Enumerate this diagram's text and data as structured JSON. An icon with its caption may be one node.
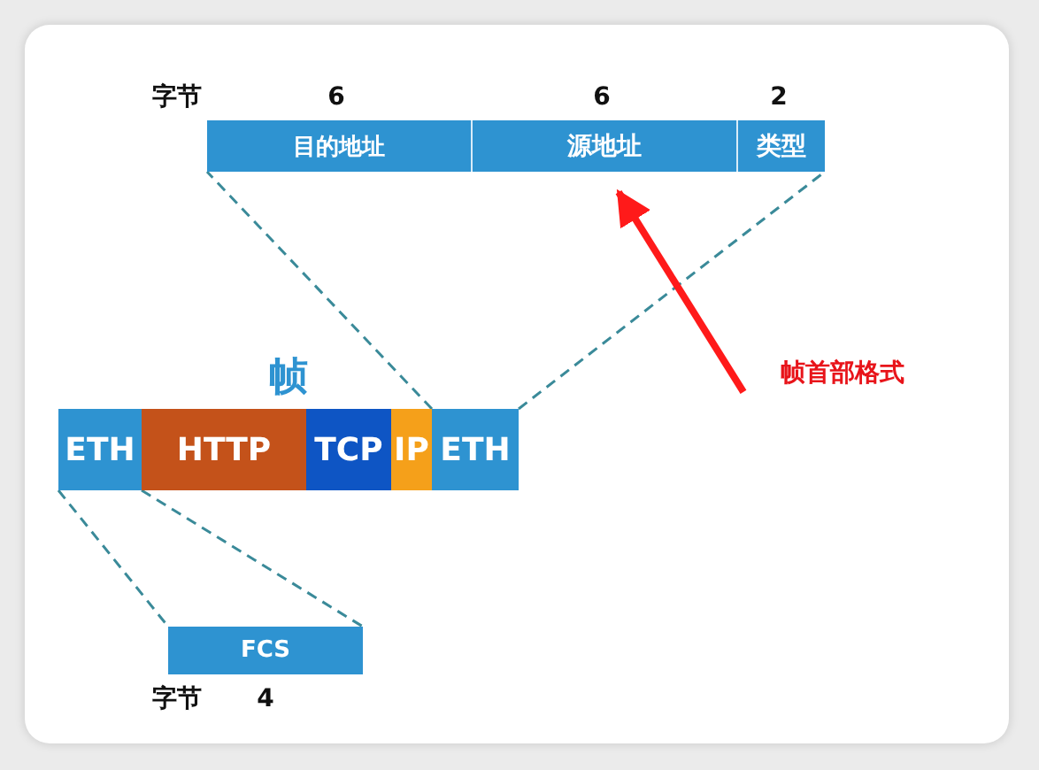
{
  "diagram": {
    "nodes": [
      {
        "text": [
          "目的地址"
        ],
        "beside": [
          "6"
        ]
      },
      {
        "text": [
          "源地址"
        ],
        "beside": [
          "6"
        ]
      },
      {
        "text": [
          "类型"
        ],
        "beside": [
          "2"
        ]
      },
      {
        "text": [
          "ETH"
        ]
      },
      {
        "text": [
          "HTTP"
        ]
      },
      {
        "text": [
          "TCP"
        ]
      },
      {
        "text": [
          "IP"
        ]
      },
      {
        "text": [
          "ETH"
        ]
      },
      {
        "text": [
          "FCS"
        ],
        "beside": [
          "4"
        ]
      },
      {
        "text": [
          "帧首部格式"
        ]
      }
    ],
    "edges": [
      {
        "from": 7,
        "to": 0,
        "arrow": "none",
        "style": "dashed"
      },
      {
        "from": 7,
        "to": 2,
        "arrow": "none",
        "style": "dashed"
      },
      {
        "from": 3,
        "to": 8,
        "arrow": "none",
        "style": "dashed"
      },
      {
        "from": 3,
        "to": 8,
        "arrow": "none",
        "style": "dashed"
      },
      {
        "from": 9,
        "to": 1,
        "arrow": "to",
        "style": "thick",
        "color": "#ff1a1a"
      }
    ],
    "labels": [
      "字节",
      "帧",
      "字节"
    ]
  }
}
